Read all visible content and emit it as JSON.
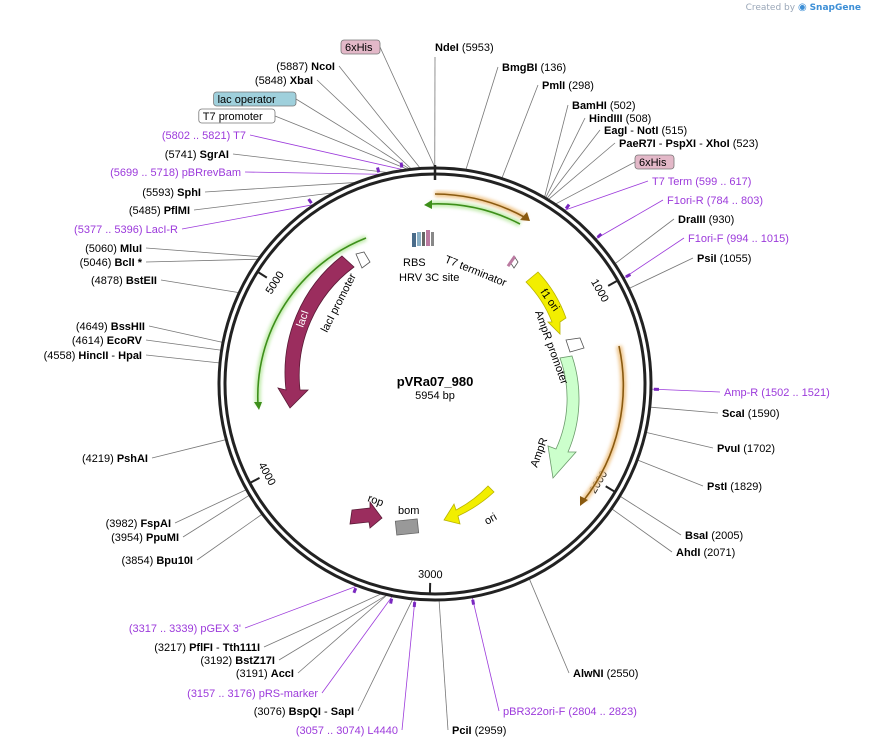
{
  "credit": {
    "prefix": "Created by",
    "brand": "SnapGene"
  },
  "plasmid": {
    "name": "pVRa07_980",
    "length_label": "5954 bp",
    "length": 5954
  },
  "ticks": [
    {
      "pos": 1000,
      "label": "1000"
    },
    {
      "pos": 2000,
      "label": "2000"
    },
    {
      "pos": 3000,
      "label": "3000"
    },
    {
      "pos": 4000,
      "label": "4000"
    },
    {
      "pos": 5000,
      "label": "5000"
    }
  ],
  "inner_labels": {
    "lacI": "lacI",
    "lacI_promoter": "lacI promoter",
    "rbs": "RBS",
    "hrv": "HRV 3C site",
    "t7_terminator": "T7 terminator",
    "f1_ori": "f1 ori",
    "ampr_promoter": "AmpR promoter",
    "ampr": "AmpR",
    "ori": "ori",
    "rop": "rop",
    "bom": "bom"
  },
  "colors": {
    "backbone": "#222222",
    "lacI": "#9b2d5e",
    "f1_ori": "#f2ee00",
    "ampr": "#ccffcc",
    "ori": "#f2ee00",
    "primer_green": "#3d8f1a",
    "primer_orange": "#d4841d",
    "feature_label": "#9c3adb",
    "his_tag": "#e3b8c8",
    "lac_operator": "#9fd0dc"
  },
  "labels_left": [
    {
      "kind": "boxed",
      "box": "his",
      "text": "6xHis"
    },
    {
      "kind": "enzyme",
      "pos_text": "(5887)",
      "name": "NcoI"
    },
    {
      "kind": "enzyme",
      "pos_text": "(5848)",
      "name": "XbaI"
    },
    {
      "kind": "boxed",
      "box": "lacop",
      "text": "lac operator"
    },
    {
      "kind": "boxed",
      "box": "plain",
      "text": "T7 promoter"
    },
    {
      "kind": "feature",
      "text": "(5802 .. 5821)  T7"
    },
    {
      "kind": "enzyme",
      "pos_text": "(5741)",
      "name": "SgrAI"
    },
    {
      "kind": "feature",
      "text": "(5699 .. 5718)  pBRrevBam"
    },
    {
      "kind": "enzyme",
      "pos_text": "(5593)",
      "name": "SphI"
    },
    {
      "kind": "enzyme",
      "pos_text": "(5485)",
      "name": "PflMI"
    },
    {
      "kind": "feature",
      "text": "(5377 .. 5396)  LacI-R"
    },
    {
      "kind": "enzyme",
      "pos_text": "(5060)",
      "name": "MluI"
    },
    {
      "kind": "enzyme",
      "pos_text": "(5046)",
      "name": "BclI *"
    },
    {
      "kind": "enzyme",
      "pos_text": "(4878)",
      "name": "BstEII"
    },
    {
      "kind": "enzyme",
      "pos_text": "(4649)",
      "name": "BssHII"
    },
    {
      "kind": "enzyme",
      "pos_text": "(4614)",
      "name": "EcoRV"
    },
    {
      "kind": "enzyme",
      "pos_text": "(4558)",
      "name": "HincII",
      "name2": "HpaI"
    },
    {
      "kind": "enzyme",
      "pos_text": "(4219)",
      "name": "PshAI"
    },
    {
      "kind": "enzyme",
      "pos_text": "(3982)",
      "name": "FspAI"
    },
    {
      "kind": "enzyme",
      "pos_text": "(3954)",
      "name": "PpuMI"
    },
    {
      "kind": "enzyme",
      "pos_text": "(3854)",
      "name": "Bpu10I"
    },
    {
      "kind": "feature",
      "text": "(3317 .. 3339)  pGEX 3'"
    },
    {
      "kind": "enzyme",
      "pos_text": "(3217)",
      "name": "PflFI",
      "name2": "Tth111I"
    },
    {
      "kind": "enzyme",
      "pos_text": "(3192)",
      "name": "BstZ17I"
    },
    {
      "kind": "enzyme",
      "pos_text": "(3191)",
      "name": "AccI"
    },
    {
      "kind": "feature",
      "text": "(3157 .. 3176)  pRS-marker"
    },
    {
      "kind": "enzyme",
      "pos_text": "(3076)",
      "name": "BspQI",
      "name2": "SapI"
    },
    {
      "kind": "feature",
      "text": "(3057 .. 3074)  L4440"
    }
  ],
  "labels_right": [
    {
      "kind": "enzyme",
      "name": "NdeI",
      "pos_text": "(5953)"
    },
    {
      "kind": "enzyme",
      "name": "BmgBI",
      "pos_text": "(136)"
    },
    {
      "kind": "enzyme",
      "name": "PmlI",
      "pos_text": "(298)"
    },
    {
      "kind": "enzyme",
      "name": "BamHI",
      "pos_text": "(502)"
    },
    {
      "kind": "enzyme",
      "name": "HindIII",
      "pos_text": "(508)"
    },
    {
      "kind": "enzyme",
      "name": "EagI",
      "name2": "NotI",
      "pos_text": "(515)"
    },
    {
      "kind": "enzyme",
      "name": "PaeR7I",
      "name2": "PspXI",
      "name3": "XhoI",
      "pos_text": "(523)"
    },
    {
      "kind": "boxed",
      "box": "his",
      "text": "6xHis"
    },
    {
      "kind": "feature",
      "text": "T7 Term    (599 .. 617)"
    },
    {
      "kind": "feature",
      "text": "F1ori-R    (784 .. 803)"
    },
    {
      "kind": "enzyme",
      "name": "DraIII",
      "pos_text": "(930)"
    },
    {
      "kind": "feature",
      "text": "F1ori-F    (994 .. 1015)"
    },
    {
      "kind": "enzyme",
      "name": "PsiI",
      "pos_text": "(1055)"
    },
    {
      "kind": "feature",
      "text": "Amp-R    (1502 .. 1521)"
    },
    {
      "kind": "enzyme",
      "name": "ScaI",
      "pos_text": "(1590)"
    },
    {
      "kind": "enzyme",
      "name": "PvuI",
      "pos_text": "(1702)"
    },
    {
      "kind": "enzyme",
      "name": "PstI",
      "pos_text": "(1829)"
    },
    {
      "kind": "enzyme",
      "name": "BsaI",
      "pos_text": "(2005)"
    },
    {
      "kind": "enzyme",
      "name": "AhdI",
      "pos_text": "(2071)"
    },
    {
      "kind": "enzyme",
      "name": "AlwNI",
      "pos_text": "(2550)"
    },
    {
      "kind": "feature",
      "text": "pBR322ori-F    (2804 .. 2823)"
    },
    {
      "kind": "enzyme",
      "name": "PciI",
      "pos_text": "(2959)"
    }
  ]
}
